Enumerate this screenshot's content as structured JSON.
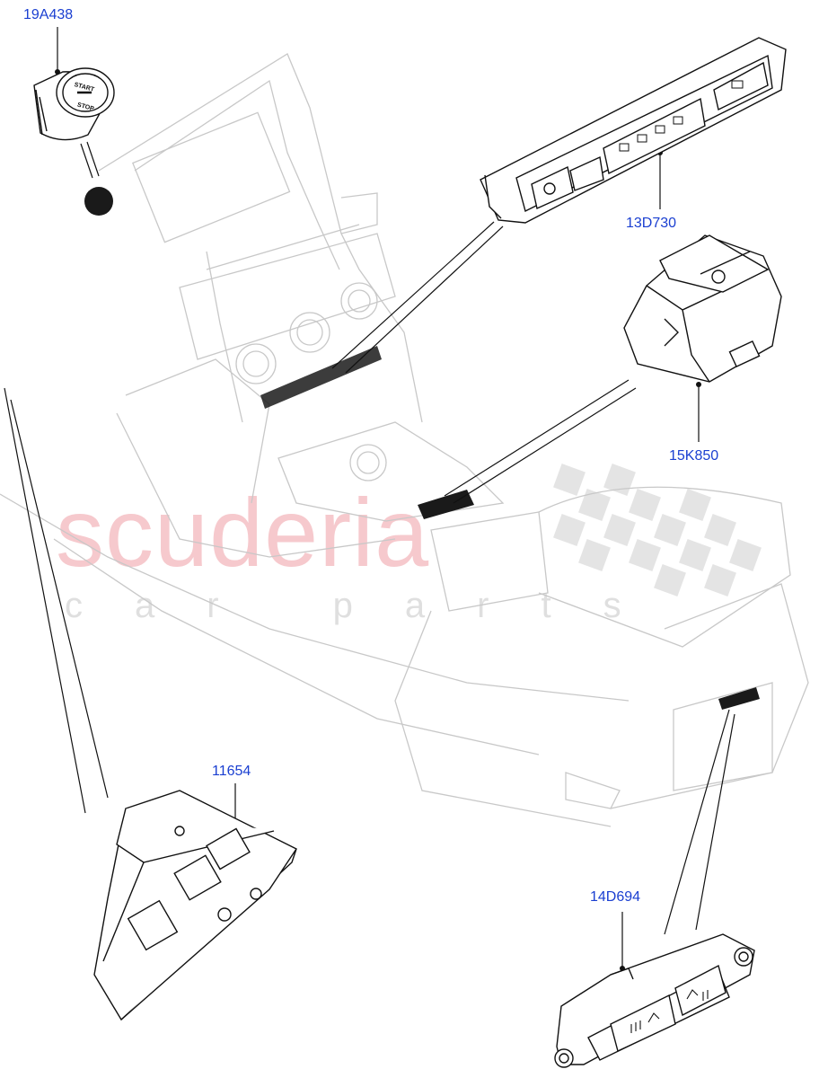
{
  "watermark": {
    "brand": "scuderia",
    "tagline": "car parts"
  },
  "callouts": [
    {
      "id": "start-stop",
      "label": "19A438"
    },
    {
      "id": "console-switch",
      "label": "13D730"
    },
    {
      "id": "epb-switch",
      "label": "15K850"
    },
    {
      "id": "dash-module",
      "label": "11654"
    },
    {
      "id": "rear-switch",
      "label": "14D694"
    }
  ],
  "button_text": {
    "start": "START",
    "stop": "STOP"
  },
  "colors": {
    "callout": "#1a3fd1",
    "line": "#111111",
    "ghost": "#c8c8c8",
    "watermark": "#f3b8bd"
  }
}
